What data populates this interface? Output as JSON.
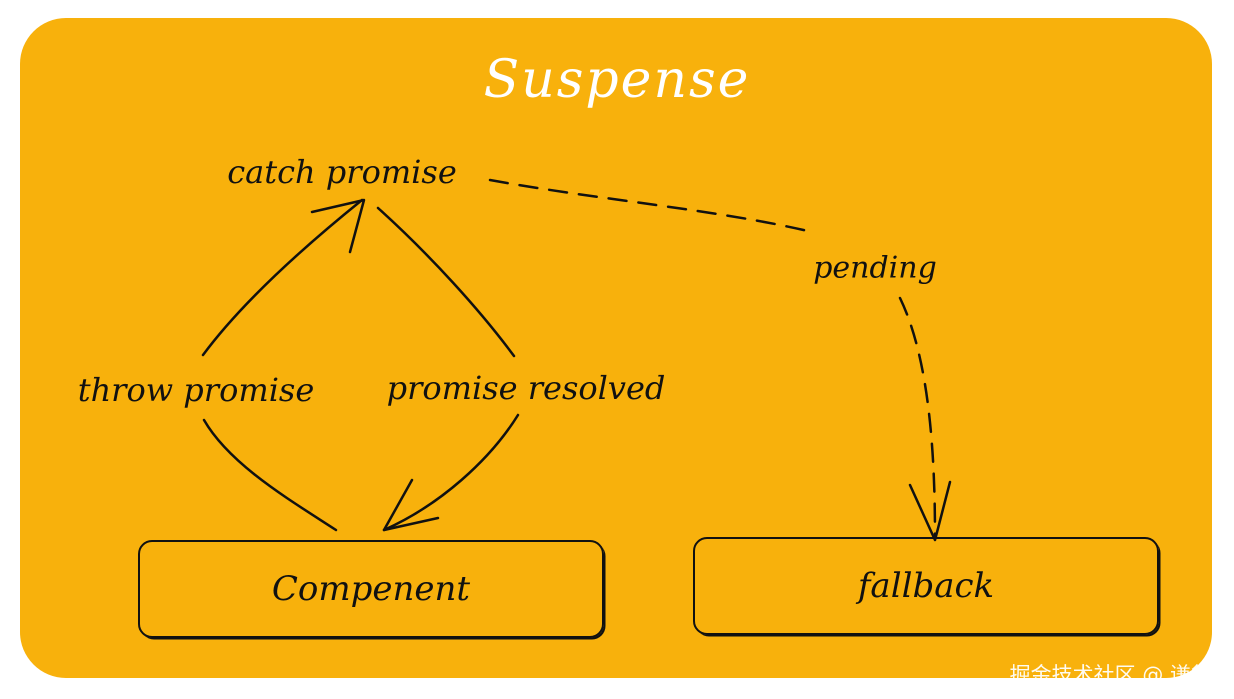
{
  "diagram": {
    "title": "Suspense",
    "labels": {
      "catch_promise": "catch promise",
      "throw_promise": "throw promise",
      "promise_resolved": "promise resolved",
      "pending": "pending"
    },
    "nodes": {
      "component": "Compenent",
      "fallback": "fallback"
    },
    "colors": {
      "background": "#f8b10c",
      "title": "#ffffff",
      "ink": "#111111"
    }
  },
  "watermark": "掘金技术社区 @ 谦行"
}
